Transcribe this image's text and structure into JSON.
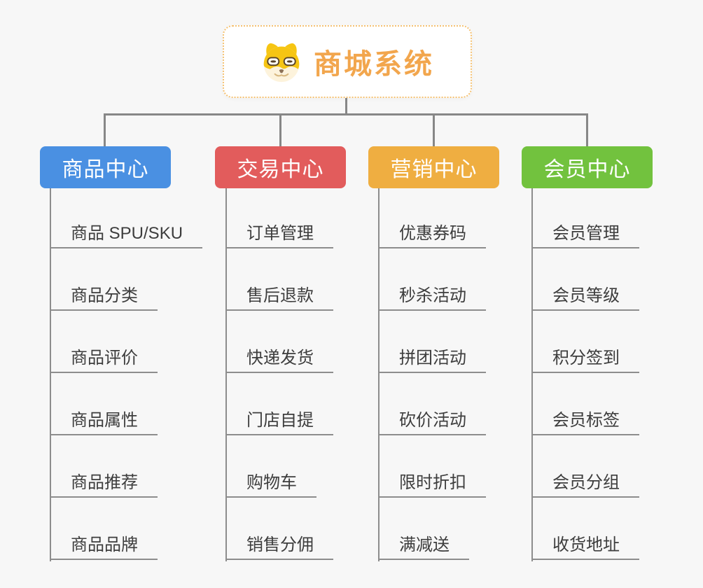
{
  "colors": {
    "background": "#f7f7f7",
    "connector": "#878787",
    "leaf_underline": "#8d8d8d",
    "leaf_text": "#3d3d3d",
    "root_text": "#f2a64d",
    "root_border": "#f5c171"
  },
  "root": {
    "label": "商城系统",
    "icon": "doge-icon"
  },
  "branches": [
    {
      "label": "商品中心",
      "color": "#4a90e2",
      "items": [
        "商品 SPU/SKU",
        "商品分类",
        "商品评价",
        "商品属性",
        "商品推荐",
        "商品品牌"
      ]
    },
    {
      "label": "交易中心",
      "color": "#e25c5c",
      "items": [
        "订单管理",
        "售后退款",
        "快递发货",
        "门店自提",
        "购物车",
        "销售分佣"
      ]
    },
    {
      "label": "营销中心",
      "color": "#efae41",
      "items": [
        "优惠券码",
        "秒杀活动",
        "拼团活动",
        "砍价活动",
        "限时折扣",
        "满减送"
      ]
    },
    {
      "label": "会员中心",
      "color": "#72c23e",
      "items": [
        "会员管理",
        "会员等级",
        "积分签到",
        "会员标签",
        "会员分组",
        "收货地址"
      ]
    }
  ]
}
